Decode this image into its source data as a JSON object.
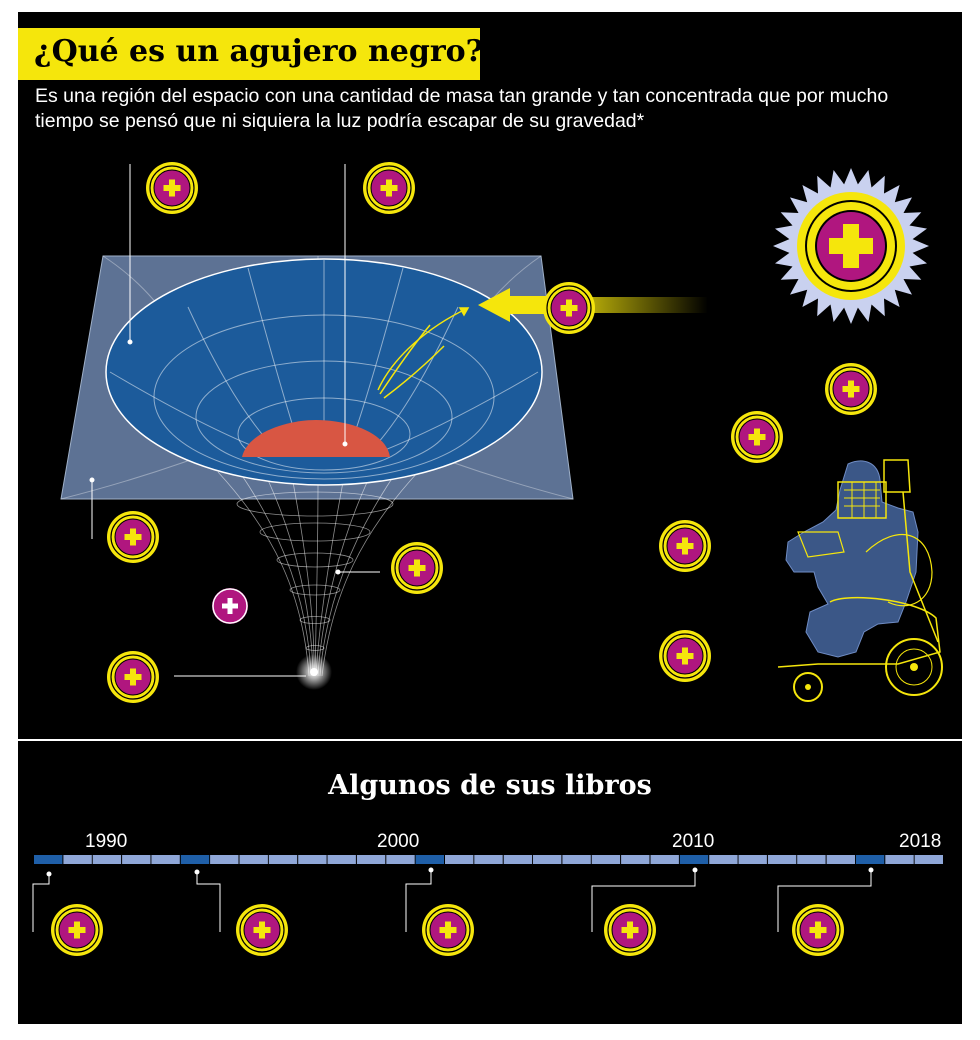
{
  "header": {
    "title": "¿Qué es un agujero negro?",
    "description": "Es una región del espacio con una cantidad de masa tan grande y tan concentrada que por mucho tiempo se pensó que ni siquiera la luz podría escapar de su gravedad*"
  },
  "books": {
    "title": "Algunos de sus libros",
    "years": [
      "1990",
      "2000",
      "2010",
      "2018"
    ]
  },
  "colors": {
    "background": "#000000",
    "title_highlight": "#f5e60c",
    "plus_ring": "#f5e60c",
    "plus_fill": "#b0167f",
    "sheet": "#5d7294",
    "funnel": "#1c5b9b",
    "core": "#d85643",
    "timeline_light": "#8fa7d8",
    "timeline_dark": "#1f5fa8"
  },
  "icons": [
    "plus-icon",
    "sun-icon",
    "wheelchair-figure-icon",
    "black-hole-icon"
  ]
}
